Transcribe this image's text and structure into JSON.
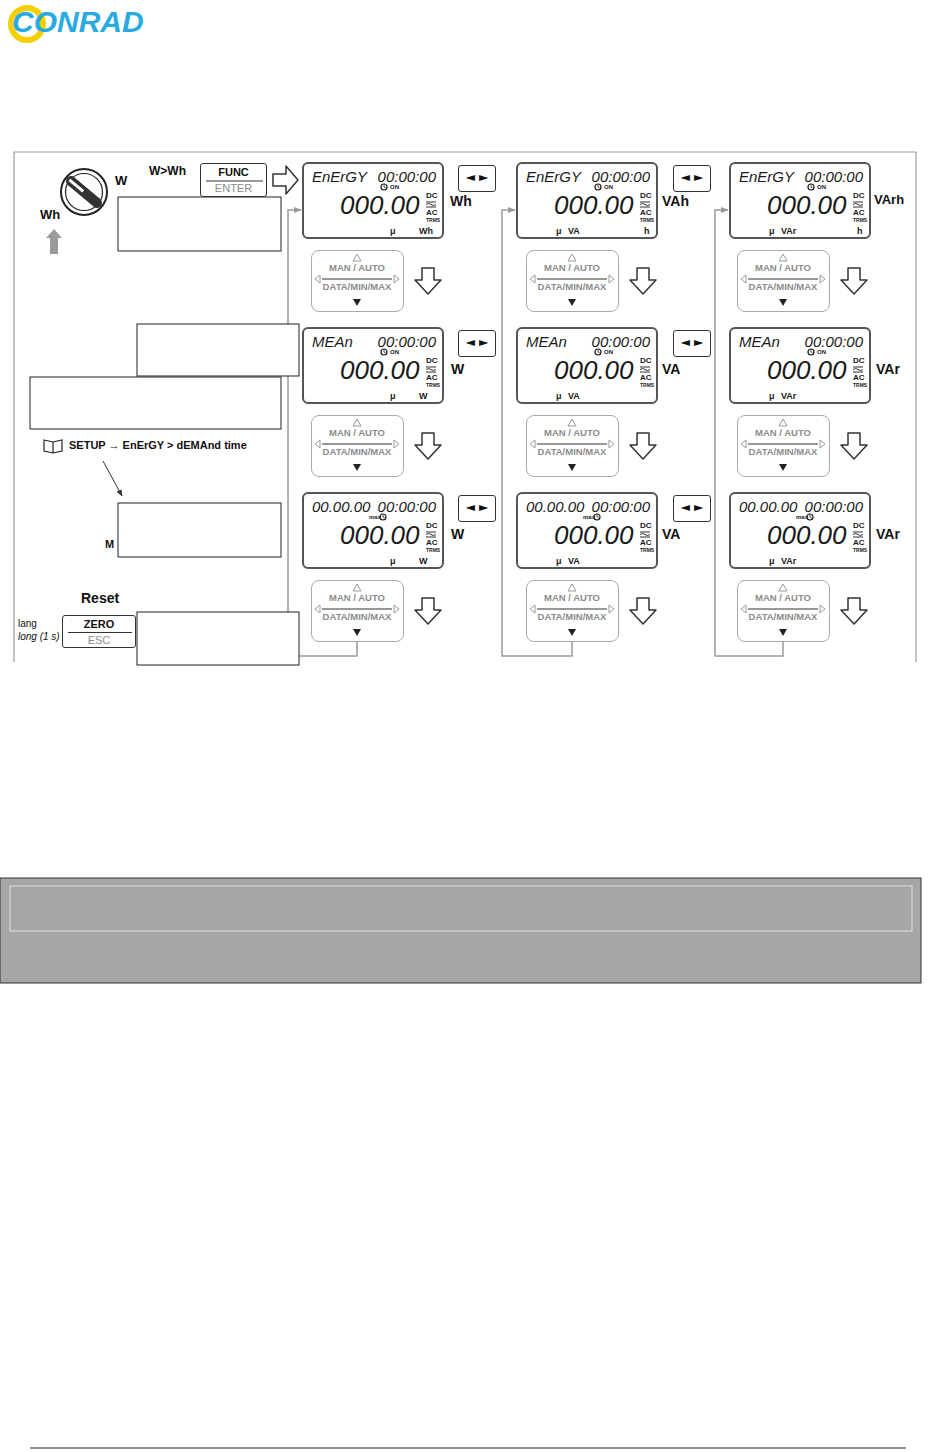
{
  "diagram": {
    "nodes": [
      {
        "text": [
          "FUNC",
          "ENTER"
        ]
      },
      {
        "text": [
          "EnErGY",
          "00:00:00",
          "ON",
          "000.00",
          "DC",
          "AC",
          "TRMS",
          "μ",
          "Wh"
        ]
      },
      {
        "text": [
          "◄ ►"
        ]
      },
      {
        "text": [
          "EnErGY",
          "00:00:00",
          "ON",
          "000.00",
          "DC",
          "AC",
          "TRMS",
          "μ",
          "VA",
          "h"
        ]
      },
      {
        "text": [
          "◄ ►"
        ]
      },
      {
        "text": [
          "EnErGY",
          "00:00:00",
          "ON",
          "000.00",
          "DC",
          "AC",
          "TRMS",
          "μ",
          "VAr",
          "h"
        ]
      },
      {
        "text": [
          "MAN / AUTO",
          "DATA/MIN/MAX"
        ]
      },
      {
        "text": [
          "MAN / AUTO",
          "DATA/MIN/MAX"
        ]
      },
      {
        "text": [
          "MAN / AUTO",
          "DATA/MIN/MAX"
        ]
      },
      {
        "text": [
          "MEAn",
          "00:00:00",
          "ON",
          "000.00",
          "DC",
          "AC",
          "TRMS",
          "μ",
          "W"
        ]
      },
      {
        "text": [
          "◄ ►"
        ]
      },
      {
        "text": [
          "MEAn",
          "00:00:00",
          "ON",
          "000.00",
          "DC",
          "AC",
          "TRMS",
          "μ",
          "VA"
        ]
      },
      {
        "text": [
          "◄ ►"
        ]
      },
      {
        "text": [
          "MEAn",
          "00:00:00",
          "ON",
          "000.00",
          "DC",
          "AC",
          "TRMS",
          "μ",
          "VAr"
        ]
      },
      {
        "text": [
          "MAN / AUTO",
          "DATA/MIN/MAX"
        ]
      },
      {
        "text": [
          "MAN / AUTO",
          "DATA/MIN/MAX"
        ]
      },
      {
        "text": [
          "MAN / AUTO",
          "DATA/MIN/MAX"
        ]
      },
      {
        "text": [
          "00.00.00",
          "00:00:00",
          "max",
          "000.00",
          "DC",
          "AC",
          "TRMS",
          "μ",
          "W"
        ]
      },
      {
        "text": [
          "◄ ►"
        ]
      },
      {
        "text": [
          "00.00.00",
          "00:00:00",
          "max",
          "000.00",
          "DC",
          "AC",
          "TRMS",
          "μ",
          "VA"
        ]
      },
      {
        "text": [
          "◄ ►"
        ]
      },
      {
        "text": [
          "00.00.00",
          "00:00:00",
          "max",
          "000.00",
          "DC",
          "AC",
          "TRMS",
          "μ",
          "VAr"
        ]
      },
      {
        "text": [
          "MAN / AUTO",
          "DATA/MIN/MAX"
        ]
      },
      {
        "text": [
          "MAN / AUTO",
          "DATA/MIN/MAX"
        ]
      },
      {
        "text": [
          "MAN / AUTO",
          "DATA/MIN/MAX"
        ]
      },
      {
        "text": [
          "ZERO",
          "ESC"
        ]
      }
    ],
    "edges": [
      {
        "from": 0,
        "to": 1,
        "arrow": "to"
      },
      {
        "from": 22,
        "to": 1,
        "arrow": "to"
      },
      {
        "from": 23,
        "to": 3,
        "arrow": "to"
      },
      {
        "from": 24,
        "to": 5,
        "arrow": "to"
      }
    ],
    "labels": [
      "CONRAD",
      "W",
      "Wh",
      "W>Wh",
      "Wh",
      "VAh",
      "VArh",
      "W",
      "VA",
      "VAr",
      "W",
      "VA",
      "VAr",
      "SETUP → EnErGY > dEMAnd time",
      "M",
      "Reset",
      "lang",
      "long (1 s)"
    ]
  }
}
